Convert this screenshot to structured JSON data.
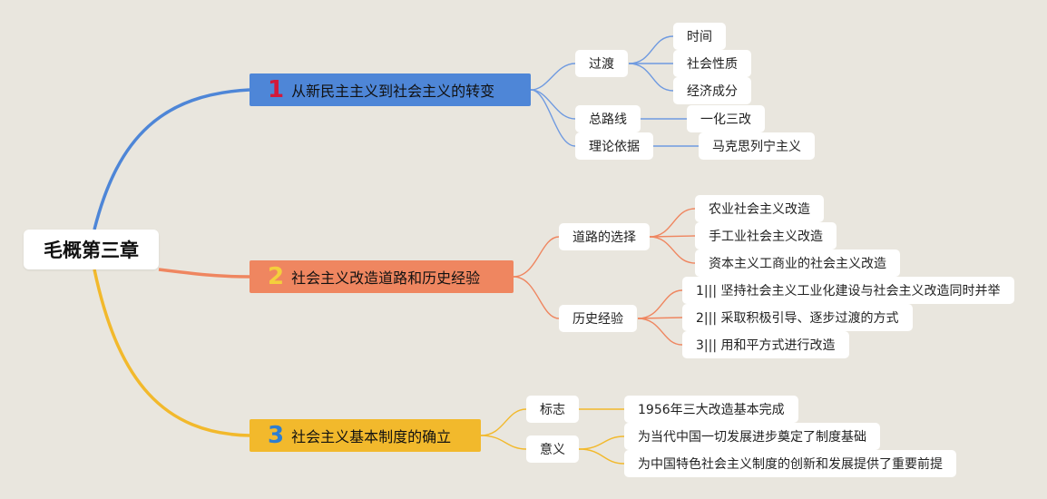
{
  "root": {
    "title": "毛概第三章"
  },
  "branches": [
    {
      "num": "1",
      "title": "从新民主主义到社会主义的转变",
      "color": "#4e86d7",
      "children": [
        {
          "label": "过渡",
          "leaves": [
            "时间",
            "社会性质",
            "经济成分"
          ]
        },
        {
          "label": "总路线",
          "leaves": [
            "一化三改"
          ]
        },
        {
          "label": "理论依据",
          "leaves": [
            "马克思列宁主义"
          ]
        }
      ]
    },
    {
      "num": "2",
      "title": "社会主义改造道路和历史经验",
      "color": "#ef8660",
      "children": [
        {
          "label": "道路的选择",
          "leaves": [
            "农业社会主义改造",
            "手工业社会主义改造",
            "资本主义工商业的社会主义改造"
          ]
        },
        {
          "label": "历史经验",
          "leaves": [
            "1||| 坚持社会主义工业化建设与社会主义改造同时并举",
            "2||| 采取积极引导、逐步过渡的方式",
            "3||| 用和平方式进行改造"
          ]
        }
      ]
    },
    {
      "num": "3",
      "title": "社会主义基本制度的确立",
      "color": "#f2b92c",
      "children": [
        {
          "label": "标志",
          "leaves": [
            "1956年三大改造基本完成"
          ]
        },
        {
          "label": "意义",
          "leaves": [
            "为当代中国一切发展进步奠定了制度基础",
            "为中国特色社会主义制度的创新和发展提供了重要前提"
          ]
        }
      ]
    }
  ]
}
